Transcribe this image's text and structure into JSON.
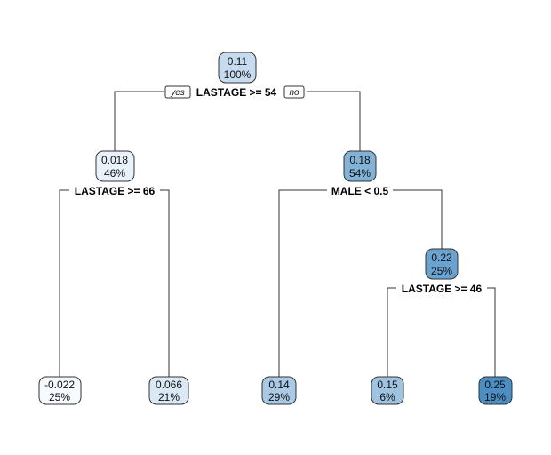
{
  "tree": {
    "yes_label": "yes",
    "no_label": "no",
    "nodes": {
      "root": {
        "value": "0.11",
        "percent": "100%",
        "split": "LASTAGE >= 54",
        "color": "#c6dbef"
      },
      "n2": {
        "value": "0.018",
        "percent": "46%",
        "split": "LASTAGE >= 66",
        "color": "#e9f2fa"
      },
      "n3": {
        "value": "0.18",
        "percent": "54%",
        "split": "MALE < 0.5",
        "color": "#82b3d6"
      },
      "n7": {
        "value": "0.22",
        "percent": "25%",
        "split": "LASTAGE >= 46",
        "color": "#6aa3cf"
      },
      "leaf4": {
        "value": "-0.022",
        "percent": "25%",
        "color": "#f7fbff"
      },
      "leaf5": {
        "value": "0.066",
        "percent": "21%",
        "color": "#dbe9f6"
      },
      "leaf6": {
        "value": "0.14",
        "percent": "29%",
        "color": "#a9c9e4"
      },
      "leaf14": {
        "value": "0.15",
        "percent": "6%",
        "color": "#9fc3e1"
      },
      "leaf15": {
        "value": "0.25",
        "percent": "19%",
        "color": "#4a8ec4"
      }
    }
  }
}
